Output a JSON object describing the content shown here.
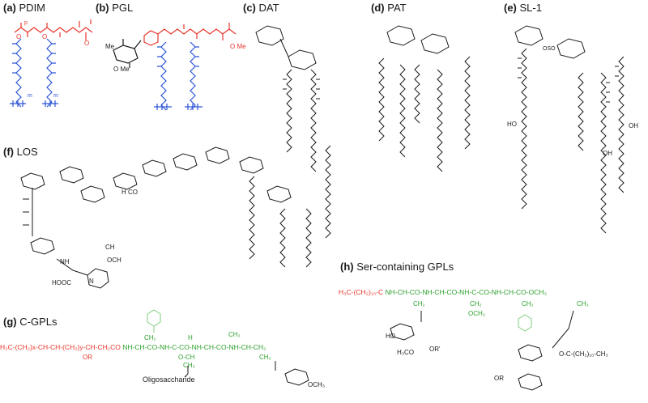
{
  "colors": {
    "red": "#e8352b",
    "blue": "#2c55d6",
    "green": "#2ca02c",
    "light_green": "#7fcf7f",
    "black": "#1a1a1a"
  },
  "panels": [
    {
      "letter": "(a)",
      "name": "PDIM"
    },
    {
      "letter": "(b)",
      "name": "PGL"
    },
    {
      "letter": "(c)",
      "name": "DAT"
    },
    {
      "letter": "(d)",
      "name": "PAT"
    },
    {
      "letter": "(e)",
      "name": "SL-1"
    },
    {
      "letter": "(f)",
      "name": "LOS"
    },
    {
      "letter": "(g)",
      "name": "C-GPLs"
    },
    {
      "letter": "(h)",
      "name": "Ser-containing GPLs"
    }
  ],
  "annotations": {
    "a_p": "p",
    "a_o": "O",
    "a_m": "m",
    "a_ome": "O",
    "b_me": "Me",
    "b_ome": "O Me",
    "e_ho": "HO",
    "e_so3": "OSO",
    "e_oh": "OH",
    "f_ch3": "CH",
    "f_och3": "OCH",
    "f_h3co": "H CO",
    "f_nh": "NH",
    "f_hooc": "HOOC",
    "f_n": "N",
    "g_formula": "H₃C-(CH₂)x-CH-CH-(CH₂)y-CH-CH₂CO NH-CH-CO-NH-C-CO-NH-CH-CO-NH-CH-CH₂",
    "g_oligo": "Oligosaccharide",
    "g_or": "OR",
    "g_ch3": "CH₃",
    "g_ch2": "CH₂",
    "g_och3": "OCH₃",
    "g_oc": "O-CH",
    "g_h": "H",
    "h_formula_red": "H₃C-(CH₂)₁₀-C",
    "h_formula_green": "NH-CH-CO-NH-CH-CO-NH-C-CO-NH-CH-CO-OCH₃",
    "h_ch2": "CH₂",
    "h_och3": "OCH₃",
    "h_ch3": "CH₃",
    "h_ho": "HO",
    "h_h3co": "H₃CO",
    "h_or": "OR'",
    "h_o": "O",
    "h_chain": "O-C-(CH₂)₁₀-CH₃",
    "h_or2": "OR"
  }
}
